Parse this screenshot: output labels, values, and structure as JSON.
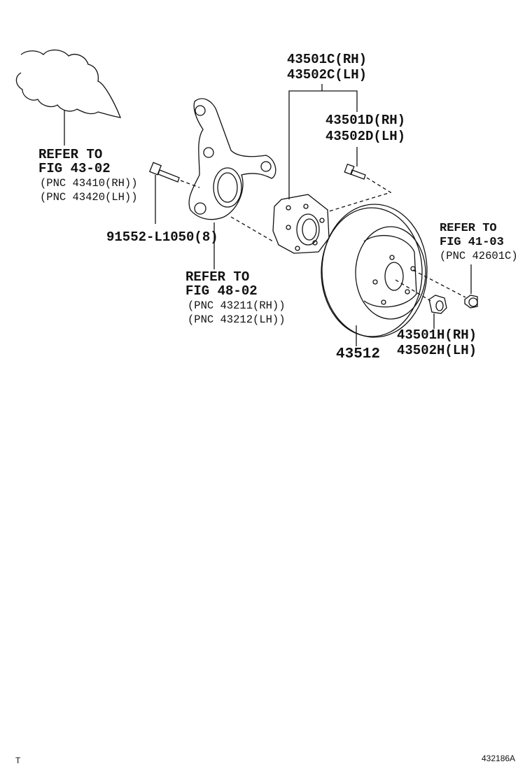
{
  "labels": {
    "cloud_ref": {
      "line1": "REFER TO",
      "line2": "FIG 43-02",
      "pnc1": "(PNC 43410(RH))",
      "pnc2": "(PNC 43420(LH))"
    },
    "bolt": "91552-L1050(8)",
    "knuckle_ref": {
      "line1": "REFER TO",
      "line2": "FIG 48-02",
      "pnc1": "(PNC 43211(RH))",
      "pnc2": "(PNC 43212(LH))"
    },
    "hub": {
      "rh": "43501C(RH)",
      "lh": "43502C(LH)"
    },
    "hub_bolt": {
      "rh": "43501D(RH)",
      "lh": "43502D(LH)"
    },
    "wheel_nut_ref": {
      "line1": "REFER TO",
      "line2": "FIG 41-03",
      "pnc": "(PNC 42601C)"
    },
    "nut": {
      "rh": "43501H(RH)",
      "lh": "43502H(LH)"
    },
    "rotor": "43512"
  },
  "footer": {
    "left_mark": "T",
    "illustration_id": "432186A"
  }
}
